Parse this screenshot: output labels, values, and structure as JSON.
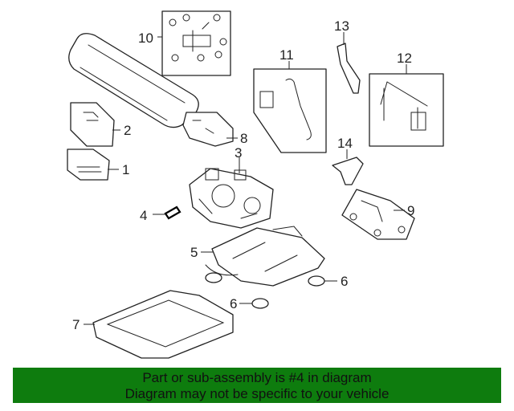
{
  "callouts": {
    "c1": "1",
    "c2": "2",
    "c3": "3",
    "c4": "4",
    "c5": "5",
    "c6a": "6",
    "c6b": "6",
    "c7": "7",
    "c8": "8",
    "c9": "9",
    "c10": "10",
    "c11": "11",
    "c12": "12",
    "c13": "13",
    "c14": "14"
  },
  "banner": {
    "line1": "Part or sub-assembly is #4 in diagram",
    "line2": "Diagram may not be specific to your vehicle"
  },
  "colors": {
    "banner_bg": "#0e7c0e",
    "line": "#222222"
  }
}
